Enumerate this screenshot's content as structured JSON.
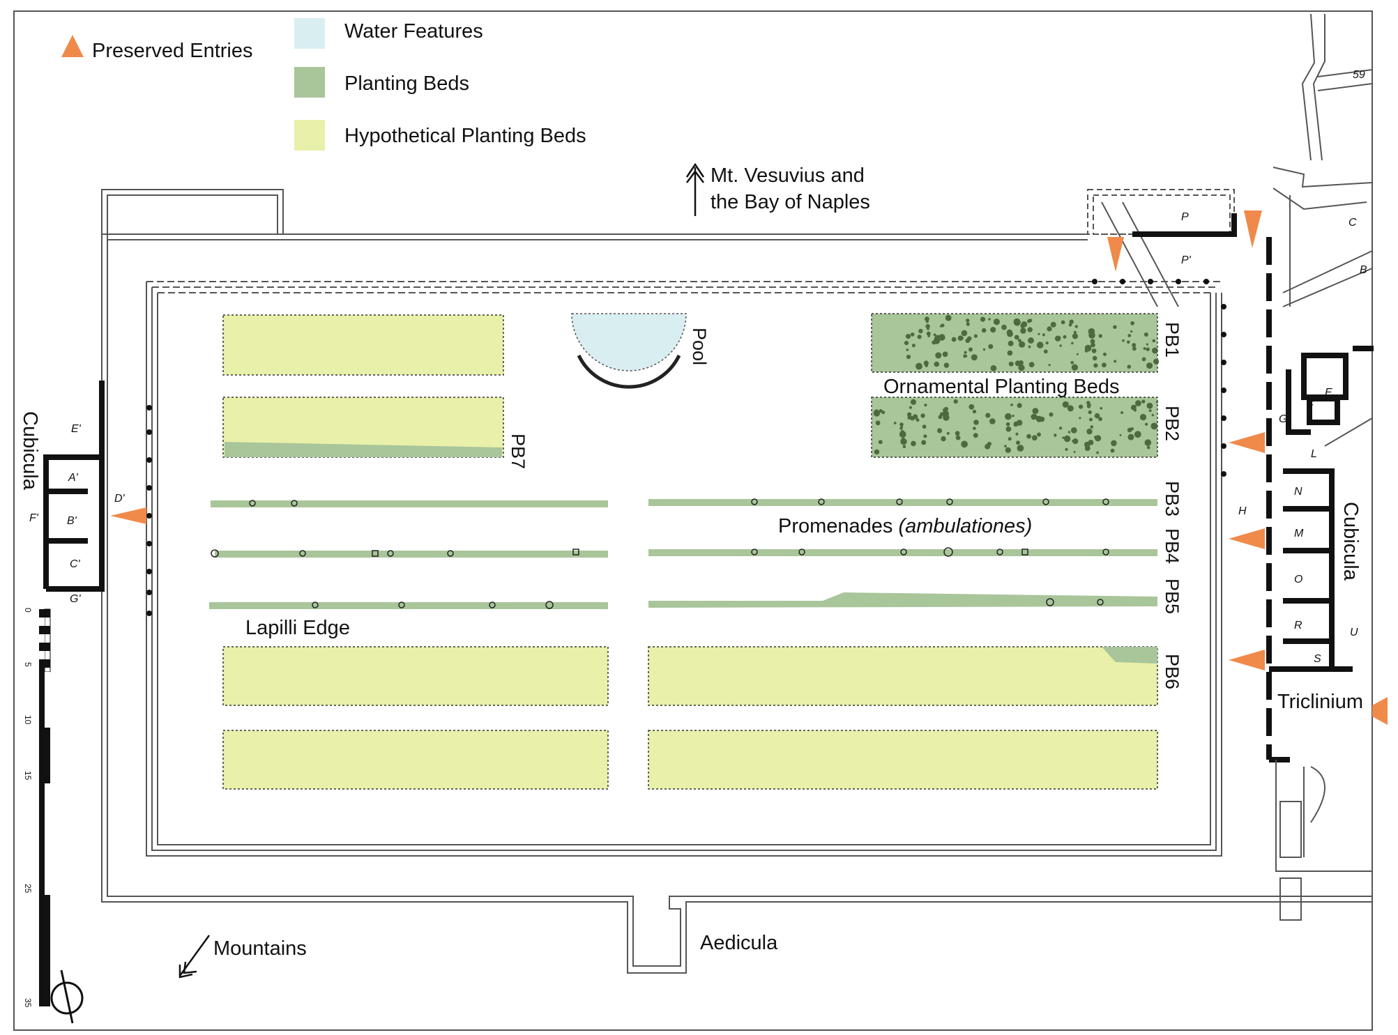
{
  "legend": {
    "entries": "Preserved Entries",
    "water": "Water Features",
    "planting": "Planting Beds",
    "hypothetical": "Hypothetical Planting Beds"
  },
  "labels": {
    "north": "Mt. Vesuvius and",
    "north2": "the Bay of Naples",
    "pool": "Pool",
    "ornamental": "Ornamental Planting Beds",
    "promenades": "Promenades",
    "ambulationes": "(ambulationes)",
    "lapilli": "Lapilli Edge",
    "mountains": "Mountains",
    "aedicula": "Aedicula",
    "cubicula_left": "Cubicula",
    "cubicula_right": "Cubicula",
    "triclinium": "Triclinium"
  },
  "beds": [
    "PB1",
    "PB2",
    "PB3",
    "PB4",
    "PB5",
    "PB6",
    "PB7"
  ],
  "rooms_left": [
    "E'",
    "A'",
    "B'",
    "C'",
    "D'",
    "F'",
    "G'"
  ],
  "rooms_right": [
    "P",
    "P'",
    "C",
    "B",
    "E",
    "F",
    "G",
    "H",
    "N",
    "M",
    "O",
    "R",
    "S",
    "U",
    "L",
    "59"
  ],
  "scale_ticks": [
    "0",
    "5",
    "10",
    "15",
    "25",
    "35"
  ],
  "colors": {
    "entry": "#f08a4b",
    "water": "#d9eef1",
    "planting": "#a9c59a",
    "hypothetical": "#e8f0a9",
    "wall": "#111111"
  }
}
